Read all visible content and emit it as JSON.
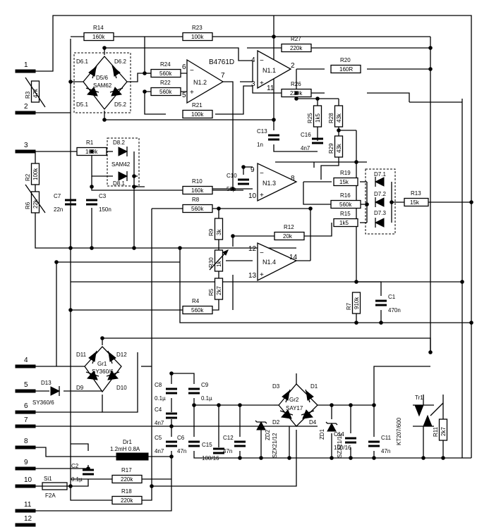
{
  "ic": {
    "name": "B4761D",
    "parts": [
      "N1.1",
      "N1.2",
      "N1.3",
      "N1.4"
    ]
  },
  "terminals": [
    "1",
    "2",
    "3",
    "4",
    "5",
    "6",
    "7",
    "8",
    "9",
    "10",
    "11",
    "12"
  ],
  "bridges": [
    {
      "name": "SAM62",
      "diodes": [
        "D6.1",
        "D6.2",
        "D5.1",
        "D5.2"
      ],
      "center": "D5/6"
    },
    {
      "name": "SAM42",
      "diodes": [
        "D8.2",
        "D8.1"
      ]
    },
    {
      "name": "Gr1",
      "type": "SY360/6",
      "diodes": [
        "D11",
        "D12",
        "D9",
        "D10"
      ]
    },
    {
      "name": "Gr2",
      "type": "SAY17",
      "diodes": [
        "D3",
        "D1",
        "D2",
        "D4"
      ]
    }
  ],
  "d7": [
    "D7.1",
    "D7.2",
    "D7.3"
  ],
  "pin_labels": {
    "n12": [
      "6",
      "5",
      "7"
    ],
    "n11": [
      "4",
      "3",
      "2",
      "11"
    ],
    "n13": [
      "9",
      "10",
      "8"
    ],
    "n14": [
      "12",
      "13",
      "14"
    ]
  },
  "resistors": [
    {
      "ref": "R14",
      "value": "160k"
    },
    {
      "ref": "R23",
      "value": "100k"
    },
    {
      "ref": "R27",
      "value": "220k"
    },
    {
      "ref": "R24",
      "value": "560k"
    },
    {
      "ref": "R22",
      "value": "560k"
    },
    {
      "ref": "R20",
      "value": "160R"
    },
    {
      "ref": "R26",
      "value": "220k"
    },
    {
      "ref": "R21",
      "value": "100k"
    },
    {
      "ref": "R25",
      "value": "1k5"
    },
    {
      "ref": "R28",
      "value": "43k"
    },
    {
      "ref": "R29",
      "value": "43k"
    },
    {
      "ref": "R1",
      "value": "100k"
    },
    {
      "ref": "R2",
      "value": "100k"
    },
    {
      "ref": "R3",
      "value": "47k"
    },
    {
      "ref": "R6",
      "value": "22k"
    },
    {
      "ref": "R10",
      "value": "160k"
    },
    {
      "ref": "R8",
      "value": "560k"
    },
    {
      "ref": "R19",
      "value": "15k"
    },
    {
      "ref": "R16",
      "value": "560k"
    },
    {
      "ref": "R13",
      "value": "15k"
    },
    {
      "ref": "R15",
      "value": "1k5"
    },
    {
      "ref": "R9",
      "value": "3k"
    },
    {
      "ref": "R12",
      "value": "20k"
    },
    {
      "ref": "R30",
      "value": "1k"
    },
    {
      "ref": "R5",
      "value": "2k7"
    },
    {
      "ref": "R4",
      "value": "560k"
    },
    {
      "ref": "R7",
      "value": "910k"
    },
    {
      "ref": "R17",
      "value": "220k"
    },
    {
      "ref": "R18",
      "value": "220k"
    },
    {
      "ref": "R11",
      "value": "2k7"
    }
  ],
  "capacitors": [
    {
      "ref": "C13",
      "value": "1n"
    },
    {
      "ref": "C16",
      "value": "4n7"
    },
    {
      "ref": "C10",
      "value": "56p"
    },
    {
      "ref": "C7",
      "value": "22n"
    },
    {
      "ref": "C3",
      "value": "150n"
    },
    {
      "ref": "C1",
      "value": "470n"
    },
    {
      "ref": "C8",
      "value": "0.1µ"
    },
    {
      "ref": "C9",
      "value": "0.1µ"
    },
    {
      "ref": "C4",
      "value": "4n7"
    },
    {
      "ref": "C5",
      "value": "4n7"
    },
    {
      "ref": "C6",
      "value": "47n"
    },
    {
      "ref": "C15",
      "value": "100/16"
    },
    {
      "ref": "C12",
      "value": "47n"
    },
    {
      "ref": "C14",
      "value": "100/16"
    },
    {
      "ref": "C11",
      "value": "47n"
    },
    {
      "ref": "C2",
      "value": "0.1µ"
    }
  ],
  "others": {
    "d13": {
      "ref": "D13",
      "type": "SY360/6"
    },
    "zd2": {
      "ref": "ZD2",
      "type": "SZX21/12"
    },
    "zd1": {
      "ref": "ZD1",
      "type": "SZX21/12"
    },
    "dr1": {
      "ref": "Dr1",
      "value": "1.2mH 0.8A"
    },
    "si1": {
      "ref": "Si1",
      "value": "F2A"
    },
    "tr1": {
      "ref": "Tr1",
      "type": "KT207/600"
    }
  }
}
